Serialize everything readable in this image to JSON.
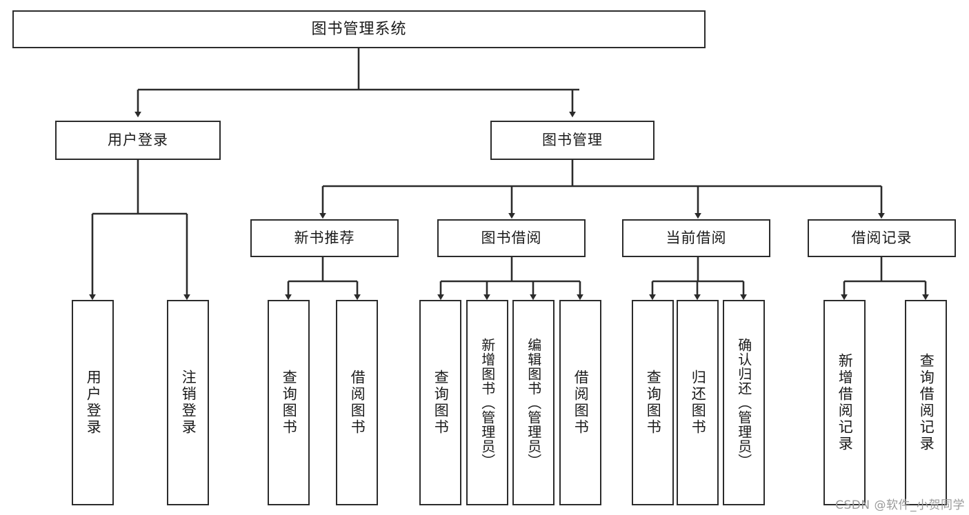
{
  "diagram": {
    "title": "图书管理系统",
    "type": "tree",
    "watermark": "CSDN @软件_小贺同学",
    "colors": {
      "node_border": "#2b2b2b",
      "node_fill": "#ffffff",
      "edge": "#2b2b2b",
      "text": "#1a1a1a",
      "watermark": "#9a9a9a",
      "background": "#ffffff"
    },
    "levels": {
      "root": {
        "label": "图书管理系统"
      },
      "level1": [
        {
          "label": "用户登录"
        },
        {
          "label": "图书管理"
        }
      ],
      "level2": [
        {
          "label": "新书推荐"
        },
        {
          "label": "图书借阅"
        },
        {
          "label": "当前借阅"
        },
        {
          "label": "借阅记录"
        }
      ],
      "level3": {
        "user_login": [
          {
            "label": "用户登录"
          },
          {
            "label": "注销登录"
          }
        ],
        "new_book_recommend": [
          {
            "label": "查询图书"
          },
          {
            "label": "借阅图书"
          }
        ],
        "book_borrow": [
          {
            "label": "查询图书"
          },
          {
            "label": "新增图书（管理员）"
          },
          {
            "label": "编辑图书（管理员）"
          },
          {
            "label": "借阅图书"
          }
        ],
        "current_borrow": [
          {
            "label": "查询图书"
          },
          {
            "label": "归还图书"
          },
          {
            "label": "确认归还（管理员）"
          }
        ],
        "borrow_record": [
          {
            "label": "新增借阅记录"
          },
          {
            "label": "查询借阅记录"
          }
        ]
      }
    }
  }
}
